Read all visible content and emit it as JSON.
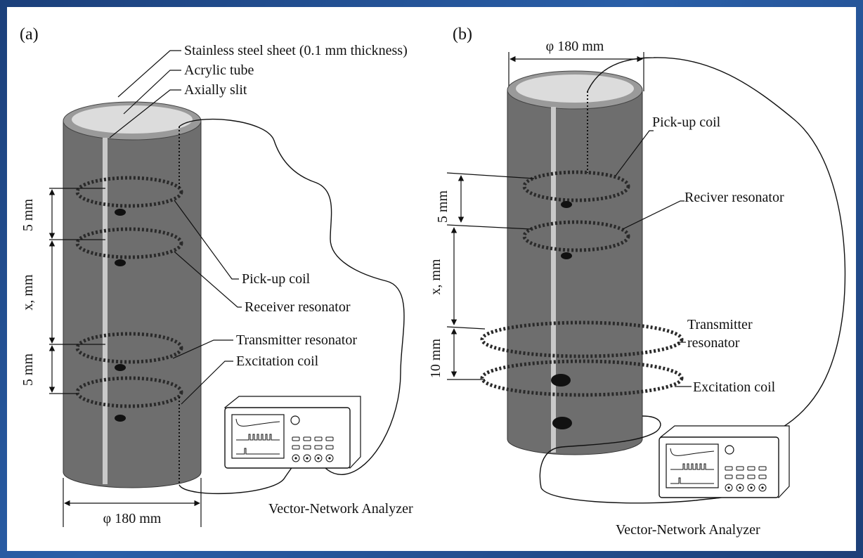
{
  "panel_a": {
    "tag": "(a)",
    "stainless_label": "Stainless steel sheet (0.1 mm thickness)",
    "acrylic_label": "Acrylic tube",
    "slit_label": "Axially slit",
    "pickup_label": "Pick-up coil",
    "receiver_label": "Receiver resonator",
    "transmitter_label": "Transmitter resonator",
    "excitation_label": "Excitation coil",
    "dim_top": "5 mm",
    "dim_mid": "x, mm",
    "dim_bot": "5 mm",
    "diameter": "φ 180 mm",
    "vna_label": "Vector-Network Analyzer"
  },
  "panel_b": {
    "tag": "(b)",
    "diameter": "φ 180 mm",
    "pickup_label": "Pick-up coil",
    "receiver_label": "Reciver resonator",
    "transmitter_label_1": "Transmitter",
    "transmitter_label_2": "resonator",
    "excitation_label": "Excitation coil",
    "dim_top": "5 mm",
    "dim_mid": "x, mm",
    "dim_bot": "10 mm",
    "vna_label": "Vector-Network Analyzer"
  },
  "colors": {
    "cylinder": "#6e6e6e",
    "rim": "#9a9a9a",
    "top_face": "#dcdcdc",
    "slit": "#c9c9c9",
    "coil": "#2a2a2a"
  }
}
